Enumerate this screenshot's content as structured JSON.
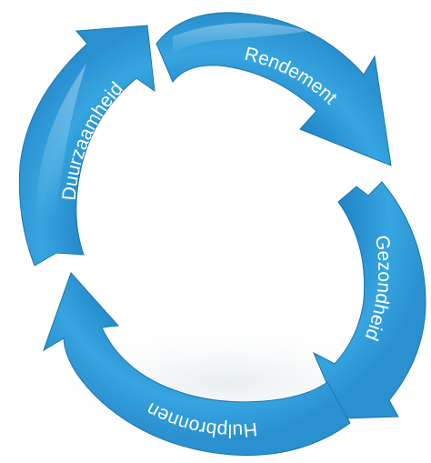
{
  "segments": [
    {
      "id": "rendement",
      "label": "Rendement"
    },
    {
      "id": "gezondheid",
      "label": "Gezondheid"
    },
    {
      "id": "hulpbronnen",
      "label": "Hulpbronnen"
    },
    {
      "id": "duurzaamheid",
      "label": "Duurzaamheid"
    }
  ],
  "colors": {
    "segment_fill": "#2e9bd9",
    "segment_edge": "#1f7fbd",
    "highlight": "#6cc3ef",
    "text": "#ffffff",
    "background": "#ffffff"
  }
}
